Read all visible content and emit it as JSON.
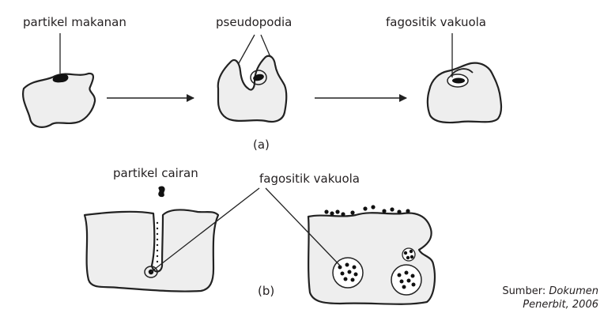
{
  "labels": {
    "partikel_makanan": "partikel makanan",
    "pseudopodia": "pseudopodia",
    "fagositik_vakuola_a": "fagositik vakuola",
    "partikel_cairan": "partikel cairan",
    "fagositik_vakuola_b": "fagositik vakuola",
    "caption_a": "(a)",
    "caption_b": "(b)"
  },
  "source": {
    "prefix": "Sumber: ",
    "line1_italic": "Dokumen",
    "line2": "Penerbit, 2006"
  },
  "colors": {
    "cell_fill": "#eeeeee",
    "outline": "#222222",
    "text": "#231f20"
  }
}
